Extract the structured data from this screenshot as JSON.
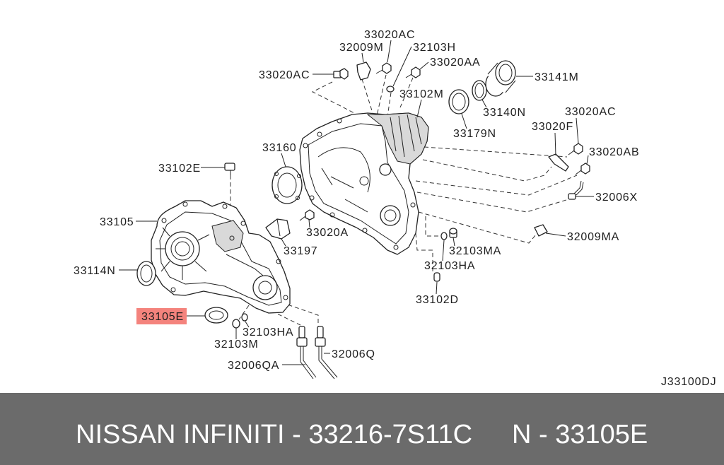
{
  "diagram": {
    "callouts": [
      "33020AC",
      "32009M",
      "32103H",
      "33020AA",
      "33020AC",
      "33141M",
      "33102M",
      "33140N",
      "33020AC",
      "33179N",
      "33020F",
      "33160",
      "33020AB",
      "33102E",
      "32006X",
      "33105",
      "33020A",
      "32009MA",
      "33197",
      "32103MA",
      "33114N",
      "32103HA",
      "33102D",
      "32103HA",
      "32103M",
      "32006Q",
      "32006QA"
    ],
    "highlighted_callout": "33105E",
    "highlight_color": "#f4837d",
    "diagram_code": "J33100DJ"
  },
  "footer": {
    "part_text": "NISSAN INFINITI - 33216-7S11C",
    "oem_text": "N - 33105E",
    "background_color": "#6b6b6b",
    "text_color": "#ffffff"
  }
}
